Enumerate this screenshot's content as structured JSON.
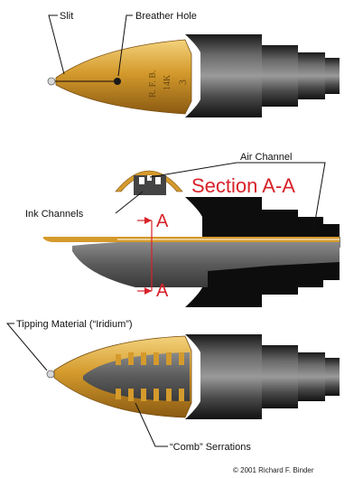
{
  "labels": {
    "slit": "Slit",
    "breather_hole": "Breather Hole",
    "air_channel": "Air Channel",
    "section": "Section A-A",
    "ink_channels": "Ink Channels",
    "section_mark_top": "A",
    "section_mark_bottom": "A",
    "tipping_material": "Tipping Material (“Iridium”)",
    "comb_serrations": "“Comb” Serrations",
    "copyright": "© 2001 Richard F. Binder"
  },
  "nib_imprint": {
    "brand": "R. F. B.",
    "karat": "14K",
    "size": "3"
  },
  "colors": {
    "gold": "#d49a2c",
    "feed": "#5a5a5a",
    "section_red": "#d8222a"
  }
}
